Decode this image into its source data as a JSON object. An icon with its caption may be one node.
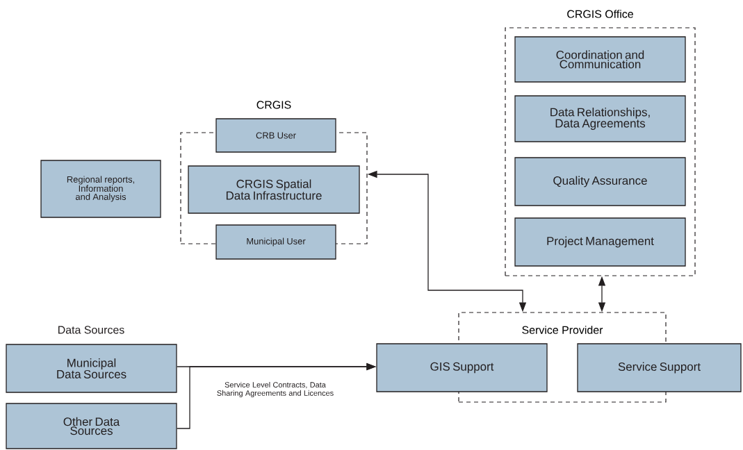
{
  "diagram": {
    "nodes": [
      {
        "text": [
          "CRGIS Office"
        ]
      },
      {
        "text": [
          "Coordination and Communication"
        ],
        "in": 0
      },
      {
        "text": [
          "Data Relationships, Data Agreements"
        ],
        "in": 0
      },
      {
        "text": [
          "Quality Assurance"
        ],
        "in": 0
      },
      {
        "text": [
          "Project Management"
        ],
        "in": 0
      },
      {
        "text": [
          "CRGIS"
        ]
      },
      {
        "text": [
          "CRB User"
        ]
      },
      {
        "text": [
          "CRGIS Spatial Data Infrastructure"
        ],
        "in": 5
      },
      {
        "text": [
          "Municipal User"
        ]
      },
      {
        "text": [
          "Regional reports, Information and Analysis"
        ]
      },
      {
        "text": [
          "Service Provider"
        ]
      },
      {
        "text": [
          "GIS Support"
        ]
      },
      {
        "text": [
          "Service Support"
        ]
      },
      {
        "text": [
          "Municipal Data Sources"
        ]
      },
      {
        "text": [
          "Other Data Sources"
        ]
      }
    ],
    "edges": [
      {
        "from": 10,
        "to": 5,
        "arrow": "both"
      },
      {
        "from": 0,
        "to": 10,
        "arrow": "both"
      },
      {
        "from": 13,
        "to": 11,
        "arrow": "to",
        "label": "Service Level Contracts, Data Sharing Agreements and Licences"
      },
      {
        "from": 14,
        "to": 11,
        "arrow": "to"
      }
    ],
    "labels": [
      "Data Sources"
    ]
  }
}
